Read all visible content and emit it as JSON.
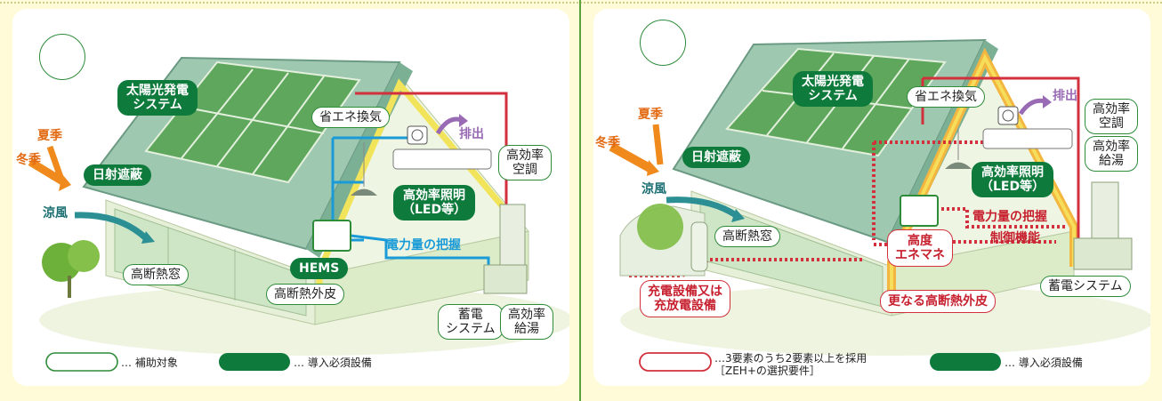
{
  "left": {
    "labels": {
      "solar": "太陽光発電\nシステム",
      "shade": "日射遮蔽",
      "summer": "夏季",
      "winter": "冬季",
      "breeze": "涼風",
      "ventilation": "省エネ換気",
      "exhaust": "排出",
      "aircon": "高効率\n空調",
      "lighting": "高効率照明\n（LED等）",
      "power_monitor": "電力量の把握",
      "hems": "HEMS",
      "window": "高断熱窓",
      "insulation": "高断熱外皮",
      "battery": "蓄電\nシステム",
      "water_heater": "高効率\n給湯"
    },
    "legend": {
      "subsidy": "… 補助対象",
      "required": "… 導入必須設備"
    }
  },
  "right": {
    "labels": {
      "solar": "太陽光発電\nシステム",
      "ventilation": "省エネ換気",
      "exhaust": "排出",
      "aircon": "高効率\n空調",
      "water_heater": "高効率\n給湯",
      "summer": "夏季",
      "winter": "冬季",
      "shade": "日射遮蔽",
      "lighting": "高効率照明\n（LED等）",
      "breeze": "涼風",
      "power_monitor": "電力量の把握",
      "control": "制御機能",
      "window": "高断熱窓",
      "ene_mane": "高度\nエネマネ",
      "charger": "充電設備又は\n充放電設備",
      "insulation": "更なる高断熱外皮",
      "battery": "蓄電システム"
    },
    "legend": {
      "selection": "…3要素のうち2要素以上を採用\n［ZEH+の選択要件］",
      "required": "… 導入必須設備"
    }
  },
  "colors": {
    "green": "#0e7a3c",
    "outline_green": "#2e8b3a",
    "red": "#d2303d",
    "blue": "#1a9bd7",
    "orange": "#f08a1c",
    "background": "#fffbd9"
  }
}
